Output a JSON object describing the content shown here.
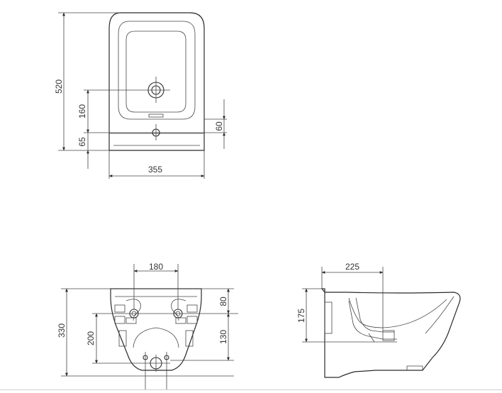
{
  "dimensions": {
    "top_view": {
      "height_520": "520",
      "offset_160": "160",
      "offset_65": "65",
      "offset_60": "60",
      "width_355": "355"
    },
    "rear_view": {
      "spacing_180": "180",
      "height_330": "330",
      "offset_200": "200",
      "offset_80": "80",
      "offset_130": "130"
    },
    "side_view": {
      "depth_225": "225",
      "height_175": "175"
    }
  }
}
